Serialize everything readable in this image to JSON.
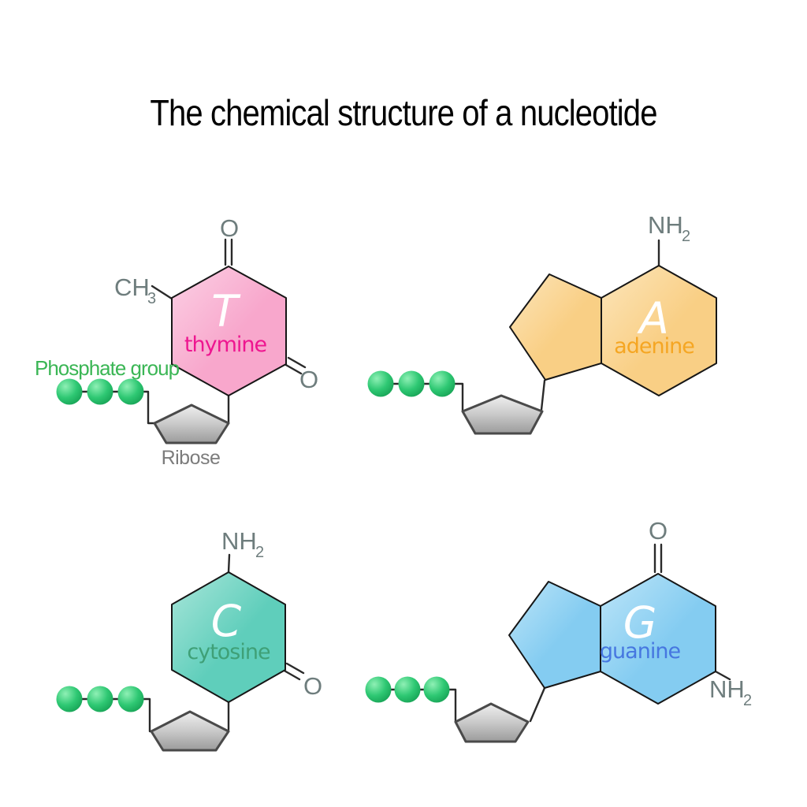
{
  "title": "The chemical structure of a nucleotide",
  "shared_labels": {
    "phosphate_group": "Phosphate group",
    "ribose": "Ribose",
    "oxygen": "O",
    "amine": "NH",
    "amine_sub": "2",
    "methyl": "CH",
    "methyl_sub": "3"
  },
  "nucleotides": {
    "thymine": {
      "letter": "T",
      "name": "thymine",
      "fill": "#F8A7CC",
      "fill_light": "#FBD0E4",
      "letter_color": "#FFFFFF",
      "name_color": "#EE1690"
    },
    "adenine": {
      "letter": "A",
      "name": "adenine",
      "fill": "#F9CF85",
      "fill_light": "#FCE5BA",
      "letter_color": "#FFFFFF",
      "name_color": "#F5A623"
    },
    "cytosine": {
      "letter": "C",
      "name": "cytosine",
      "fill": "#5FCEBB",
      "fill_light": "#A9E6DA",
      "letter_color": "#FFFFFF",
      "name_color": "#3FA077"
    },
    "guanine": {
      "letter": "G",
      "name": "guanine",
      "fill": "#84CCF1",
      "fill_light": "#BDE5F8",
      "letter_color": "#FFFFFF",
      "name_color": "#4677E0"
    }
  },
  "colors": {
    "phosphate_sphere": "#2EC873",
    "phosphate_label": "#3BB655",
    "atom_label": "#6E7D7D",
    "ribose_label": "#7C7C7C",
    "bond": "#2A2A2A"
  }
}
